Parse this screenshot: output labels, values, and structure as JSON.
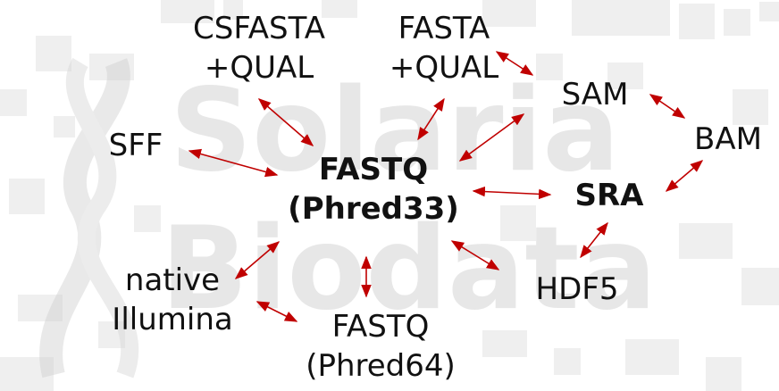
{
  "background": {
    "watermark_lines": [
      "Solaria",
      "Biodata"
    ]
  },
  "colors": {
    "arrow": "#c00000",
    "text": "#111111",
    "watermark": "#d4d4d4"
  },
  "nodes": {
    "csfasta_qual": {
      "lines": [
        "CSFASTA",
        "+QUAL"
      ]
    },
    "fasta_qual": {
      "lines": [
        "FASTA",
        "+QUAL"
      ]
    },
    "sam": {
      "lines": [
        "SAM"
      ]
    },
    "bam": {
      "lines": [
        "BAM"
      ]
    },
    "sff": {
      "lines": [
        "SFF"
      ]
    },
    "fastq_phred33": {
      "lines": [
        "FASTQ",
        "(Phred33)"
      ],
      "emphasis": "bold"
    },
    "sra": {
      "lines": [
        "SRA"
      ],
      "emphasis": "bold"
    },
    "native_illumina": {
      "lines": [
        "native",
        "Illumina"
      ]
    },
    "fastq_phred64": {
      "lines": [
        "FASTQ",
        "(Phred64)"
      ]
    },
    "hdf5": {
      "lines": [
        "HDF5"
      ]
    }
  },
  "edges": [
    {
      "from": "csfasta_qual",
      "to": "fastq_phred33",
      "direction": "both"
    },
    {
      "from": "fasta_qual",
      "to": "fastq_phred33",
      "direction": "both"
    },
    {
      "from": "fasta_qual",
      "to": "sam",
      "direction": "both"
    },
    {
      "from": "sam",
      "to": "fastq_phred33",
      "direction": "both"
    },
    {
      "from": "sam",
      "to": "bam",
      "direction": "both"
    },
    {
      "from": "bam",
      "to": "sra",
      "direction": "both"
    },
    {
      "from": "sff",
      "to": "fastq_phred33",
      "direction": "both"
    },
    {
      "from": "fastq_phred33",
      "to": "sra",
      "direction": "both"
    },
    {
      "from": "fastq_phred33",
      "to": "native_illumina",
      "direction": "both"
    },
    {
      "from": "fastq_phred33",
      "to": "fastq_phred64",
      "direction": "both"
    },
    {
      "from": "fastq_phred33",
      "to": "hdf5",
      "direction": "both"
    },
    {
      "from": "sra",
      "to": "hdf5",
      "direction": "both"
    },
    {
      "from": "native_illumina",
      "to": "fastq_phred64",
      "direction": "both"
    }
  ]
}
